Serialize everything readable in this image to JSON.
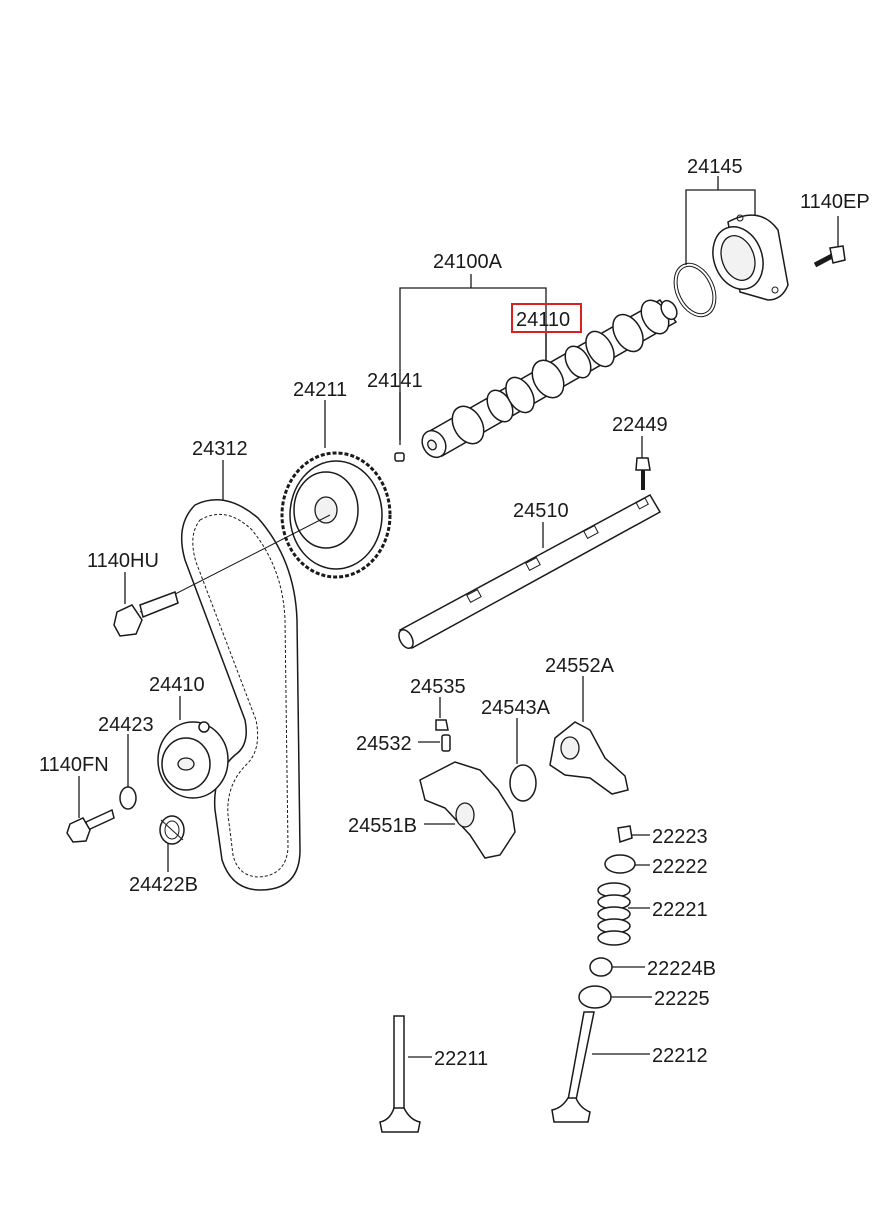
{
  "diagram": {
    "highlight_color": "#d92121",
    "highlighted_part": "24110",
    "labels": {
      "p24145": "24145",
      "p1140EP": "1140EP",
      "p24100A": "24100A",
      "p24110": "24110",
      "p24141": "24141",
      "p24211": "24211",
      "p24312": "24312",
      "p22449": "22449",
      "p24510": "24510",
      "p1140HU": "1140HU",
      "p24410": "24410",
      "p24423": "24423",
      "p1140FN": "1140FN",
      "p24422B": "24422B",
      "p24535": "24535",
      "p24552A": "24552A",
      "p24543A": "24543A",
      "p24532": "24532",
      "p24551B": "24551B",
      "p22223": "22223",
      "p22222": "22222",
      "p22221": "22221",
      "p22224B": "22224B",
      "p22225": "22225",
      "p22211": "22211",
      "p22212": "22212"
    }
  }
}
